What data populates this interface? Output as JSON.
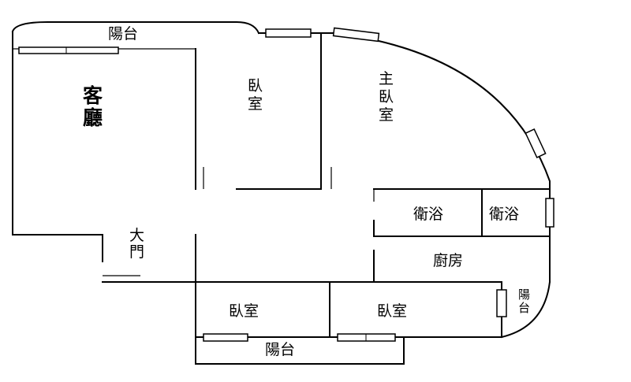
{
  "rooms": {
    "balcony_top": "陽台",
    "living_1": "客",
    "living_2": "廳",
    "bedroom_top_1": "臥",
    "bedroom_top_2": "室",
    "master_1": "主",
    "master_2": "臥",
    "master_3": "室",
    "bath_1": "衛浴",
    "bath_2": "衛浴",
    "entrance_1": "大",
    "entrance_2": "門",
    "kitchen": "廚房",
    "balcony_right_1": "陽",
    "balcony_right_2": "台",
    "bedroom_bottom_left": "臥室",
    "bedroom_bottom_right": "臥室",
    "balcony_bottom": "陽台"
  }
}
